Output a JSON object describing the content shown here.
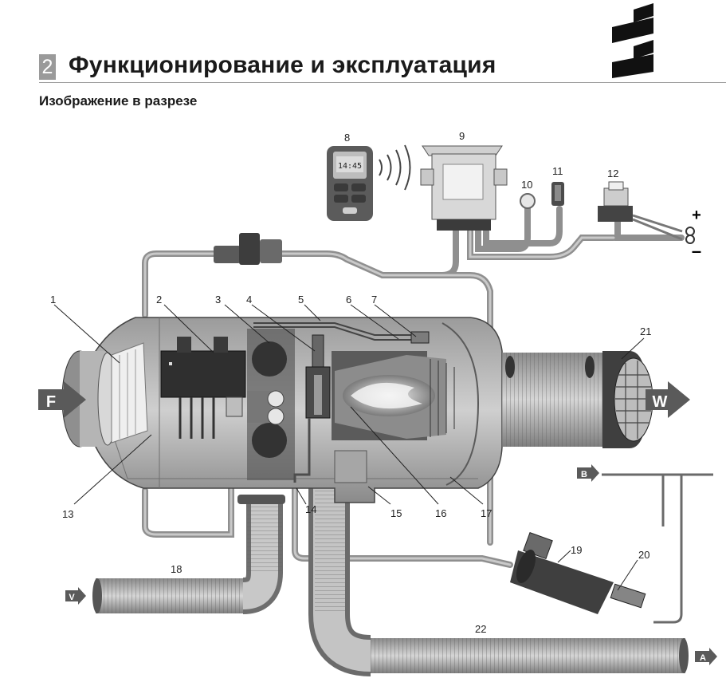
{
  "header": {
    "chapter_number": "2",
    "title": "Функционирование и эксплуатация",
    "subtitle": "Изображение в разрезе"
  },
  "remote": {
    "display_text": "14:45"
  },
  "power": {
    "plus": "+",
    "minus": "–"
  },
  "flows": {
    "F": "F",
    "W": "W",
    "B": "B",
    "V": "V",
    "A": "A"
  },
  "callouts": [
    "1",
    "2",
    "3",
    "4",
    "5",
    "6",
    "7",
    "8",
    "9",
    "10",
    "11",
    "12",
    "13",
    "14",
    "15",
    "16",
    "17",
    "18",
    "19",
    "20",
    "21",
    "22"
  ]
}
